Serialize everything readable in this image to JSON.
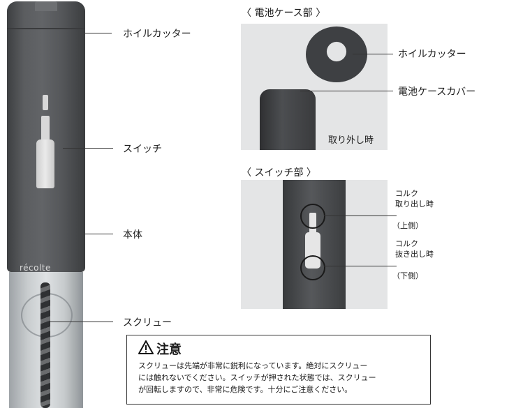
{
  "main_device": {
    "brand": "récolte",
    "labels": {
      "foil_cutter": "ホイルカッター",
      "switch": "スイッチ",
      "body": "本体",
      "screw": "スクリュー"
    }
  },
  "battery_section": {
    "title": "〈 電池ケース部 〉",
    "foil_cutter": "ホイルカッター",
    "battery_cover": "電池ケースカバー",
    "removed_note": "取り外し時"
  },
  "switch_section": {
    "title": "〈 スイッチ部 〉",
    "upper_label_1": "コルク",
    "upper_label_2": "取り出し時",
    "upper_sub": "（上側）",
    "lower_label_1": "コルク",
    "lower_label_2": "抜き出し時",
    "lower_sub": "（下側）"
  },
  "warning": {
    "title": "注意",
    "lines": [
      "スクリューは先端が非常に鋭利になっています。絶対にスクリュー",
      "には触れないでください。スイッチが押された状態では、スクリュー",
      "が回転しますので、非常に危険です。十分にご注意ください。"
    ]
  }
}
